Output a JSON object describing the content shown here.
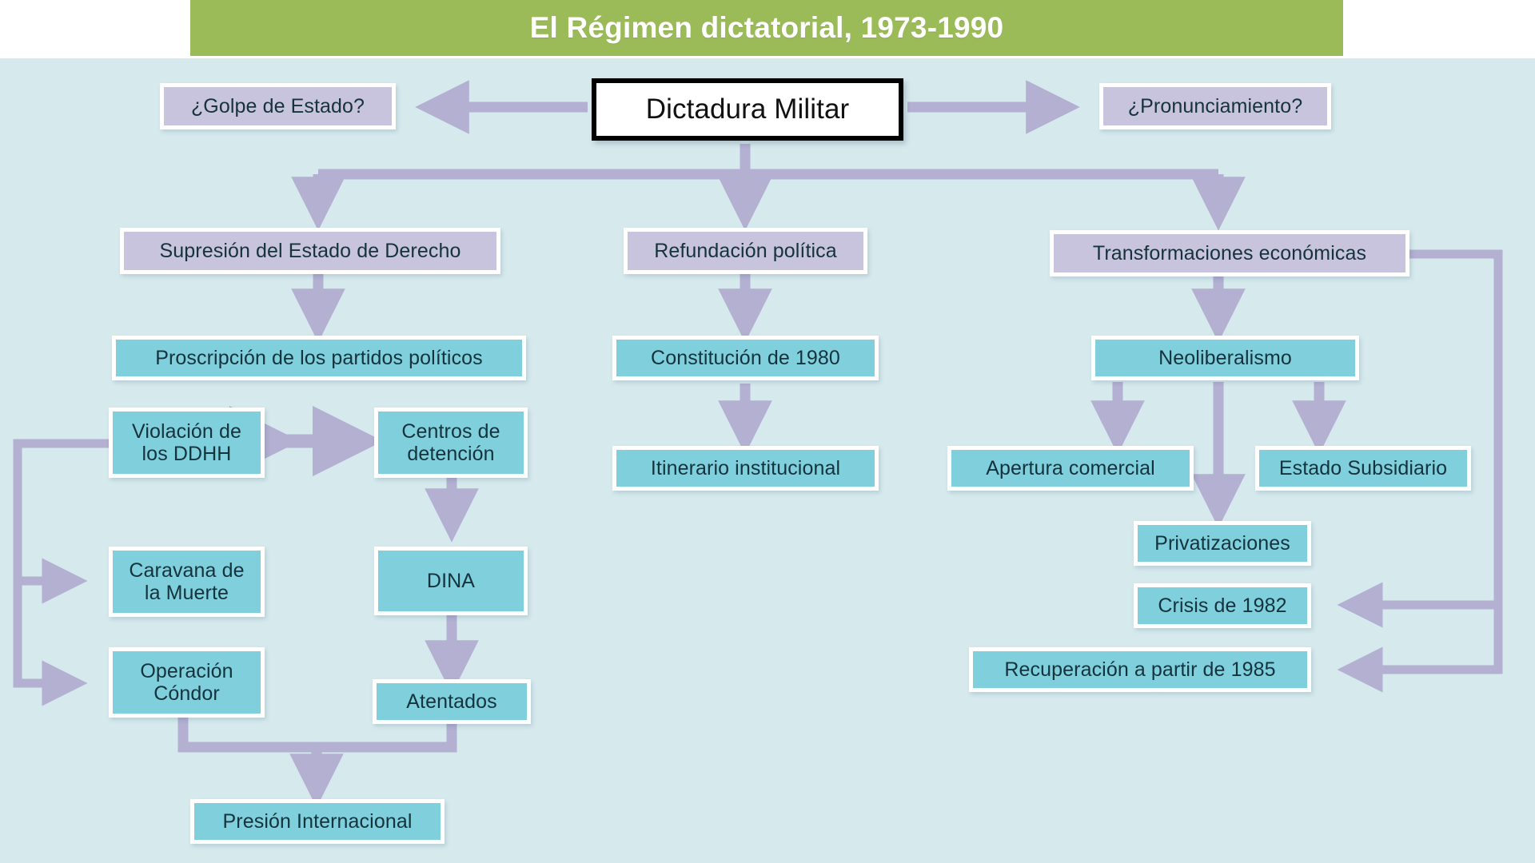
{
  "title": {
    "text": "El Régimen dictatorial, 1973-1990",
    "banner_color": "#9bbb59",
    "text_color": "#ffffff"
  },
  "canvas": {
    "background_color": "#d6eaee",
    "connector_color": "#b3b0d2"
  },
  "palette": {
    "teal_node": "#7fcfdd",
    "purple_node": "#c8c4dd",
    "root_node_fill": "#ffffff",
    "root_node_border": "#000000",
    "node_border": "#ffffff",
    "text_color": "#15333d"
  },
  "diagram": {
    "type": "flowchart",
    "root": {
      "id": "dictadura-militar",
      "label": "Dictadura Militar",
      "style": "root"
    },
    "nodes": [
      {
        "id": "golpe-de-estado",
        "label": "¿Golpe de Estado?",
        "style": "purple"
      },
      {
        "id": "dictadura-militar",
        "label": "Dictadura Militar",
        "style": "root"
      },
      {
        "id": "pronunciamiento",
        "label": "¿Pronunciamiento?",
        "style": "purple"
      },
      {
        "id": "supresion-estado-derecho",
        "label": "Supresión del Estado de Derecho",
        "style": "purple"
      },
      {
        "id": "refundacion-politica",
        "label": "Refundación política",
        "style": "purple"
      },
      {
        "id": "transformaciones-economicas",
        "label": "Transformaciones económicas",
        "style": "purple"
      },
      {
        "id": "proscripcion-partidos",
        "label": "Proscripción de los partidos políticos",
        "style": "teal"
      },
      {
        "id": "violacion-ddhh",
        "label": "Violación de\nlos DDHH",
        "style": "teal"
      },
      {
        "id": "centros-detencion",
        "label": "Centros de\ndetención",
        "style": "teal"
      },
      {
        "id": "caravana-muerte",
        "label": "Caravana de\nla Muerte",
        "style": "teal"
      },
      {
        "id": "dina",
        "label": "DINA",
        "style": "teal"
      },
      {
        "id": "operacion-condor",
        "label": "Operación\nCóndor",
        "style": "teal"
      },
      {
        "id": "atentados",
        "label": "Atentados",
        "style": "teal"
      },
      {
        "id": "presion-internacional",
        "label": "Presión Internacional",
        "style": "teal"
      },
      {
        "id": "constitucion-1980",
        "label": "Constitución de 1980",
        "style": "teal"
      },
      {
        "id": "itinerario-institucional",
        "label": "Itinerario institucional",
        "style": "teal"
      },
      {
        "id": "neoliberalismo",
        "label": "Neoliberalismo",
        "style": "teal"
      },
      {
        "id": "apertura-comercial",
        "label": "Apertura comercial",
        "style": "teal"
      },
      {
        "id": "estado-subsidiario",
        "label": "Estado Subsidiario",
        "style": "teal"
      },
      {
        "id": "privatizaciones",
        "label": "Privatizaciones",
        "style": "teal"
      },
      {
        "id": "crisis-1982",
        "label": "Crisis de 1982",
        "style": "teal"
      },
      {
        "id": "recuperacion-1985",
        "label": "Recuperación a partir de 1985",
        "style": "teal"
      }
    ],
    "edges": [
      {
        "from": "dictadura-militar",
        "to": "golpe-de-estado",
        "arrow": "single"
      },
      {
        "from": "dictadura-militar",
        "to": "pronunciamiento",
        "arrow": "single"
      },
      {
        "from": "dictadura-militar",
        "to": "supresion-estado-derecho",
        "arrow": "single"
      },
      {
        "from": "dictadura-militar",
        "to": "refundacion-politica",
        "arrow": "single"
      },
      {
        "from": "dictadura-militar",
        "to": "transformaciones-economicas",
        "arrow": "single"
      },
      {
        "from": "supresion-estado-derecho",
        "to": "proscripcion-partidos",
        "arrow": "single"
      },
      {
        "from": "violacion-ddhh",
        "to": "centros-detencion",
        "arrow": "double"
      },
      {
        "from": "violacion-ddhh",
        "to": "caravana-muerte",
        "arrow": "single"
      },
      {
        "from": "violacion-ddhh",
        "to": "operacion-condor",
        "arrow": "single"
      },
      {
        "from": "centros-detencion",
        "to": "dina",
        "arrow": "single"
      },
      {
        "from": "dina",
        "to": "atentados",
        "arrow": "single"
      },
      {
        "from": "operacion-condor",
        "to": "presion-internacional",
        "arrow": "single"
      },
      {
        "from": "atentados",
        "to": "presion-internacional",
        "arrow": "single"
      },
      {
        "from": "refundacion-politica",
        "to": "constitucion-1980",
        "arrow": "single"
      },
      {
        "from": "constitucion-1980",
        "to": "itinerario-institucional",
        "arrow": "single"
      },
      {
        "from": "transformaciones-economicas",
        "to": "neoliberalismo",
        "arrow": "single"
      },
      {
        "from": "neoliberalismo",
        "to": "apertura-comercial",
        "arrow": "single"
      },
      {
        "from": "neoliberalismo",
        "to": "privatizaciones",
        "arrow": "single"
      },
      {
        "from": "neoliberalismo",
        "to": "estado-subsidiario",
        "arrow": "single"
      },
      {
        "from": "transformaciones-economicas",
        "to": "crisis-1982",
        "arrow": "single"
      },
      {
        "from": "transformaciones-economicas",
        "to": "recuperacion-1985",
        "arrow": "single"
      }
    ]
  }
}
